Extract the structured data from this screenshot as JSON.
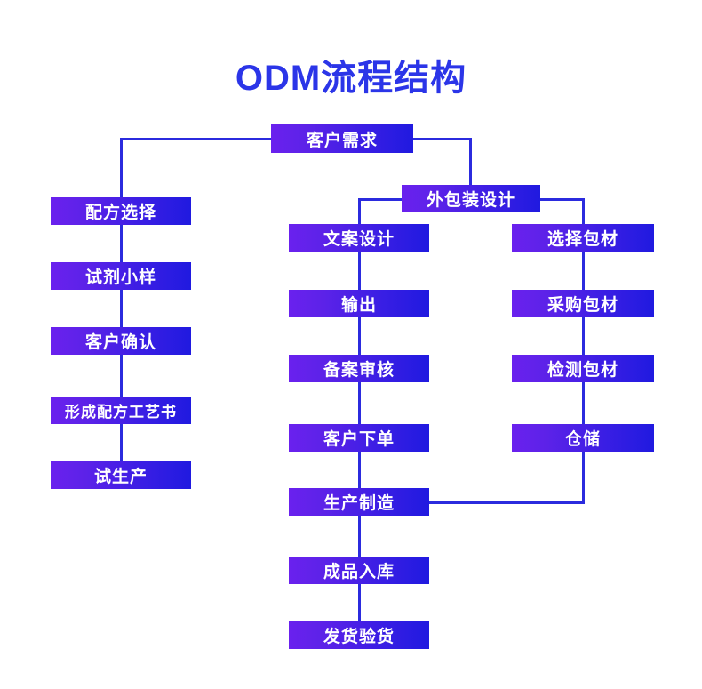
{
  "title": "ODM流程结构",
  "theme": {
    "node_gradient_from": "#6A21EE",
    "node_gradient_to": "#201AE0",
    "line_color": "#2B2BDE",
    "title_color": "#2B35E8",
    "node_text_color": "#FFFFFF",
    "background": "#FFFFFF"
  },
  "diagram": {
    "type": "flowchart",
    "root": {
      "id": "customer-demand",
      "label": "客户需求"
    },
    "branches": [
      {
        "name": "formula-branch",
        "nodes": [
          {
            "id": "formula-selection",
            "label": "配方选择"
          },
          {
            "id": "reagent-sample",
            "label": "试剂小样"
          },
          {
            "id": "customer-confirm",
            "label": "客户确认"
          },
          {
            "id": "formula-process-doc",
            "label": "形成配方工艺书"
          },
          {
            "id": "trial-production",
            "label": "试生产"
          }
        ]
      },
      {
        "name": "packaging-design-branch",
        "header": {
          "id": "outer-packaging-design",
          "label": "外包装设计"
        },
        "nodes": [
          {
            "id": "copy-design",
            "label": "文案设计"
          },
          {
            "id": "output",
            "label": "输出"
          },
          {
            "id": "record-review",
            "label": "备案审核"
          },
          {
            "id": "customer-order",
            "label": "客户下单"
          },
          {
            "id": "manufacturing",
            "label": "生产制造"
          },
          {
            "id": "finished-goods-storage",
            "label": "成品入库"
          },
          {
            "id": "shipment-inspection",
            "label": "发货验货"
          }
        ]
      },
      {
        "name": "packaging-material-branch",
        "nodes": [
          {
            "id": "select-packaging-material",
            "label": "选择包材"
          },
          {
            "id": "purchase-packaging-material",
            "label": "采购包材"
          },
          {
            "id": "inspect-packaging-material",
            "label": "检测包材"
          },
          {
            "id": "warehouse",
            "label": "仓储"
          }
        ]
      }
    ],
    "connectors": [
      {
        "from": "customer-demand",
        "to": "formula-selection"
      },
      {
        "from": "customer-demand",
        "to": "outer-packaging-design"
      },
      {
        "from": "outer-packaging-design",
        "to": "copy-design"
      },
      {
        "from": "outer-packaging-design",
        "to": "select-packaging-material"
      },
      {
        "from": "warehouse",
        "to": "manufacturing"
      }
    ]
  }
}
